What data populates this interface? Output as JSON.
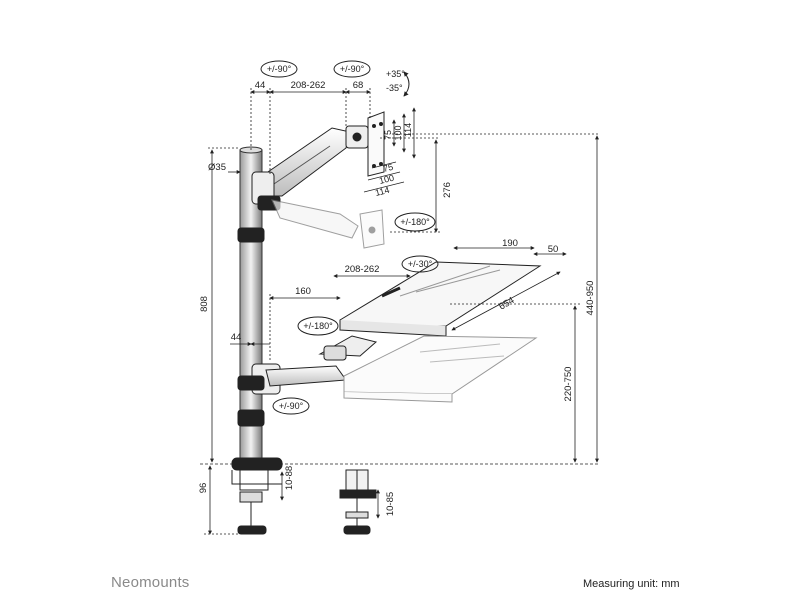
{
  "brand": {
    "name": "Neomounts"
  },
  "footer": {
    "unit_label": "Measuring unit: mm"
  },
  "rotations": {
    "top_left": "+/-90°",
    "top_right": "+/-90°",
    "tilt_up": "+35°",
    "tilt_down": "-35°",
    "swivel_mid": "+/-180°",
    "keyboard_tilt": "+/-30°",
    "lower_swivel": "+/-180°",
    "base_rotate": "+/-90°"
  },
  "dimensions": {
    "top_offset": "44",
    "arm_reach": "208-262",
    "plate_offset": "68",
    "vesa_75_h": "75",
    "vesa_100_h": "100",
    "vesa_114_h": "114",
    "vesa_75_w": "75",
    "vesa_100_w": "100",
    "vesa_114_w": "114",
    "arm_height": "276",
    "pole_diameter": "Ø35",
    "pole_height": "808",
    "keyboard_reach": "208-262",
    "tray_depth": "190",
    "tray_extra": "50",
    "inner_reach": "160",
    "tray_width": "654",
    "lower_offset": "44",
    "tray_height": "220-750",
    "total_height": "440-950",
    "base_height": "96",
    "clamp_range": "10-88",
    "grommet_range": "10-85"
  }
}
